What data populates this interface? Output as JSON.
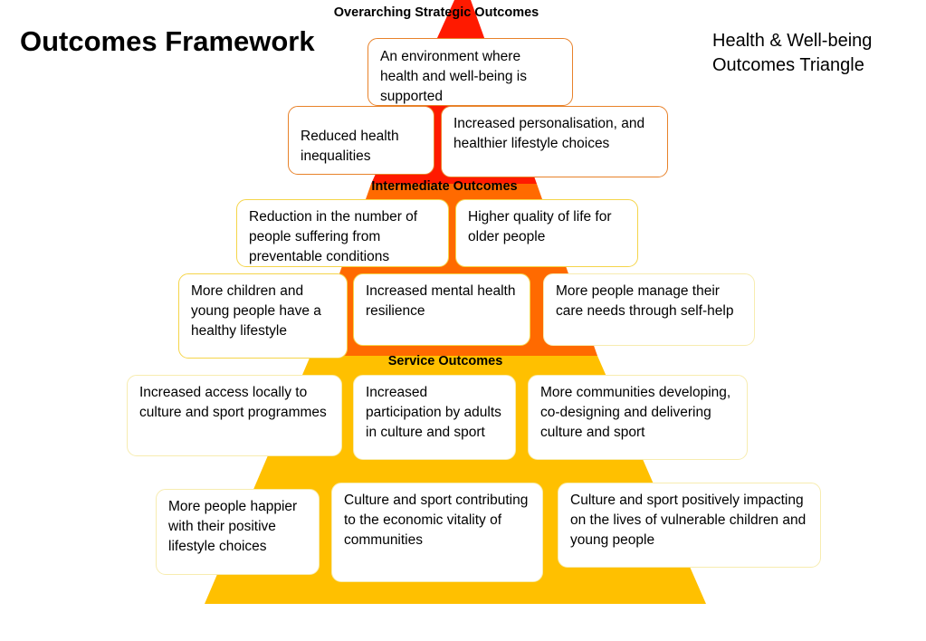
{
  "header": {
    "title": "Outcomes Framework",
    "subtitle_lines": [
      "Health & Well-being",
      "Outcomes Triangle"
    ]
  },
  "colors": {
    "overarching": "#ff1a00",
    "intermediate": "#ff6a00",
    "service": "#ffc000",
    "box_border_orange": "#e8822a",
    "box_border_yellow": "#f5d54a"
  },
  "bands": {
    "overarching": "Overarching Strategic Outcomes",
    "intermediate": "Intermediate Outcomes",
    "service": "Service Outcomes"
  },
  "outcomes": {
    "overarching": [
      "An environment where health and well-being is supported",
      "Reduced health inequalities",
      "Increased personalisation, and healthier lifestyle choices"
    ],
    "intermediate": [
      "Reduction in the number of people suffering from preventable conditions",
      "Higher quality of life for older people",
      "More children and young people have a healthy lifestyle",
      "Increased mental health resilience",
      "More people manage their care needs through self-help"
    ],
    "service": [
      "Increased access locally to culture and sport programmes",
      "Increased participation by adults in culture and sport",
      "More communities developing, co-designing and delivering culture and sport",
      "More people happier with their positive lifestyle choices",
      "Culture and sport contributing to the economic vitality of communities",
      "Culture and sport positively impacting on the lives of vulnerable children and young people"
    ]
  }
}
